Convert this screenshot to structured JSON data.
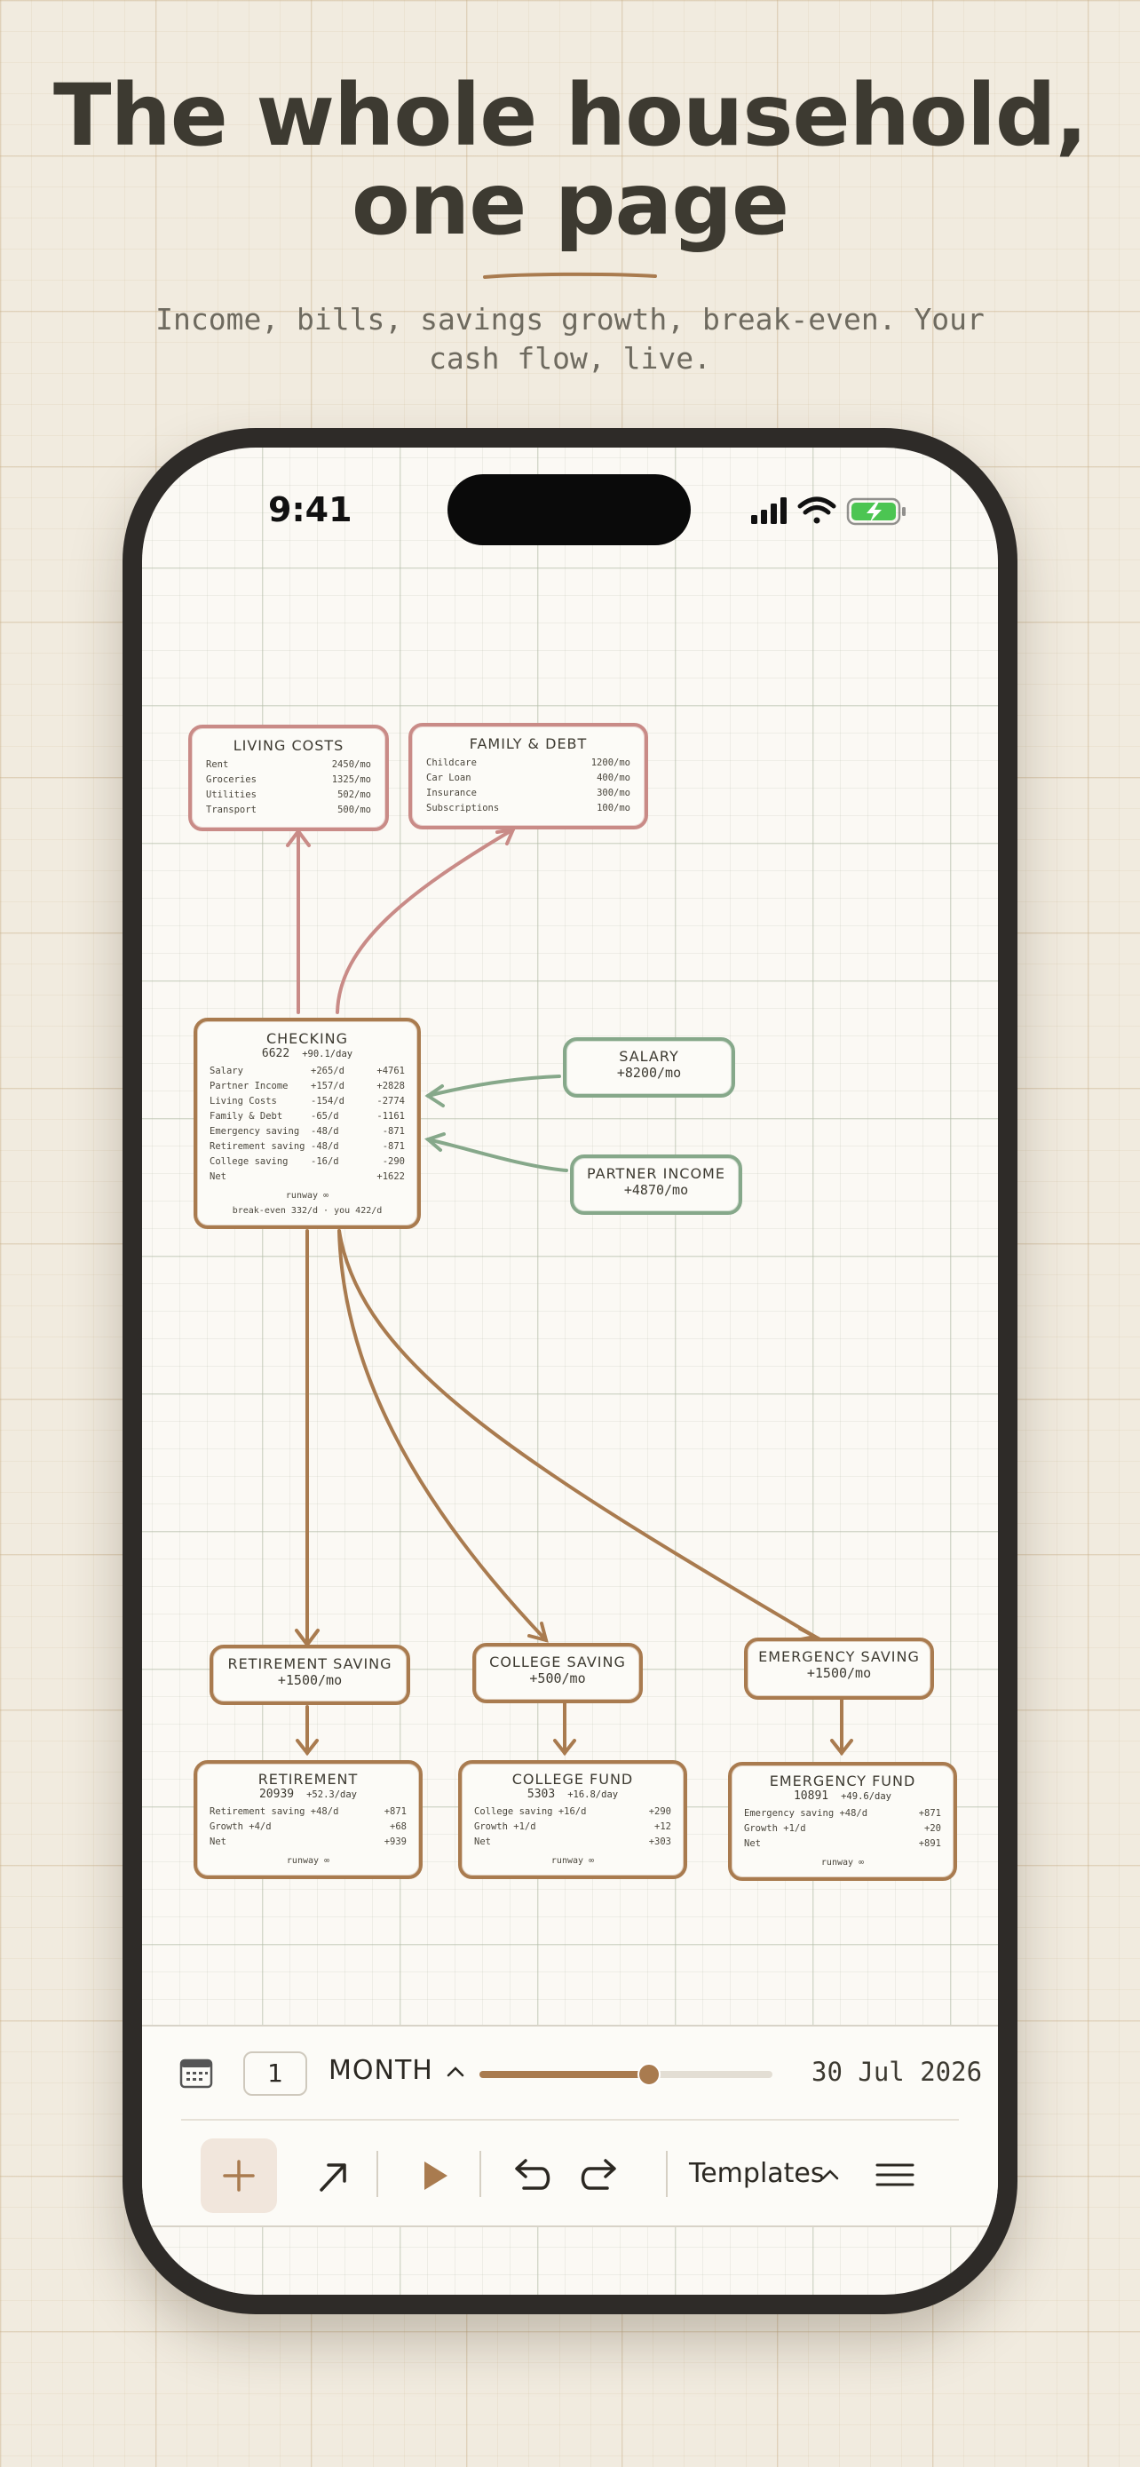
{
  "hero": {
    "title_line1": "The whole household,",
    "title_line2": "one page",
    "subtitle": "Income, bills, savings growth, break-even. Your cash flow, live."
  },
  "status_bar": {
    "time": "9:41",
    "icons": [
      "cellular-signal-icon",
      "wifi-icon",
      "battery-charging-icon"
    ]
  },
  "colors": {
    "accent": "#a97b4f",
    "expense": "#c98b87",
    "income": "#86a88a",
    "ink": "#3d3a31"
  },
  "nodes": {
    "living_costs": {
      "title": "LIVING COSTS",
      "rows": [
        {
          "label": "Rent",
          "value": "2450/mo"
        },
        {
          "label": "Groceries",
          "value": "1325/mo"
        },
        {
          "label": "Utilities",
          "value": "502/mo"
        },
        {
          "label": "Transport",
          "value": "500/mo"
        }
      ]
    },
    "family_debt": {
      "title": "FAMILY & DEBT",
      "rows": [
        {
          "label": "Childcare",
          "value": "1200/mo"
        },
        {
          "label": "Car Loan",
          "value": "400/mo"
        },
        {
          "label": "Insurance",
          "value": "300/mo"
        },
        {
          "label": "Subscriptions",
          "value": "100/mo"
        }
      ]
    },
    "checking": {
      "title": "CHECKING",
      "balance": "6622",
      "rate": "+90.1/day",
      "rows": [
        {
          "label": "Salary",
          "daily": "+265/d",
          "total": "+4761"
        },
        {
          "label": "Partner Income",
          "daily": "+157/d",
          "total": "+2828"
        },
        {
          "label": "Living Costs",
          "daily": "-154/d",
          "total": "-2774"
        },
        {
          "label": "Family & Debt",
          "daily": "-65/d",
          "total": "-1161"
        },
        {
          "label": "Emergency saving",
          "daily": "-48/d",
          "total": "-871"
        },
        {
          "label": "Retirement saving",
          "daily": "-48/d",
          "total": "-871"
        },
        {
          "label": "College saving",
          "daily": "-16/d",
          "total": "-290"
        },
        {
          "label": "Net",
          "daily": "",
          "total": "+1622"
        }
      ],
      "runway": "runway ∞",
      "breakeven": "break-even 332/d · you 422/d"
    },
    "salary": {
      "title": "SALARY",
      "amount": "+8200/mo"
    },
    "partner_income": {
      "title": "PARTNER INCOME",
      "amount": "+4870/mo"
    },
    "retirement_saving": {
      "title": "RETIREMENT SAVING",
      "amount": "+1500/mo"
    },
    "college_saving": {
      "title": "COLLEGE SAVING",
      "amount": "+500/mo"
    },
    "emergency_saving": {
      "title": "EMERGENCY SAVING",
      "amount": "+1500/mo"
    },
    "retirement": {
      "title": "RETIREMENT",
      "balance": "20939",
      "rate": "+52.3/day",
      "rows": [
        {
          "label": "Retirement saving +48/d",
          "value": "+871"
        },
        {
          "label": "Growth +4/d",
          "value": "+68"
        },
        {
          "label": "Net",
          "value": "+939"
        }
      ],
      "runway": "runway ∞"
    },
    "college_fund": {
      "title": "COLLEGE FUND",
      "balance": "5303",
      "rate": "+16.8/day",
      "rows": [
        {
          "label": "College saving +16/d",
          "value": "+290"
        },
        {
          "label": "Growth +1/d",
          "value": "+12"
        },
        {
          "label": "Net",
          "value": "+303"
        }
      ],
      "runway": "runway ∞"
    },
    "emergency_fund": {
      "title": "EMERGENCY FUND",
      "balance": "10891",
      "rate": "+49.6/day",
      "rows": [
        {
          "label": "Emergency saving +48/d",
          "value": "+871"
        },
        {
          "label": "Growth +1/d",
          "value": "+20"
        },
        {
          "label": "Net",
          "value": "+891"
        }
      ],
      "runway": "runway ∞"
    }
  },
  "toolbar": {
    "step_value": "1",
    "step_unit": "MONTH",
    "timeline_progress": 0.58,
    "date": "30 Jul 2026",
    "templates_label": "Templates",
    "tools": [
      "add-node",
      "connect-arrow",
      "play",
      "undo",
      "redo",
      "templates",
      "menu"
    ]
  }
}
